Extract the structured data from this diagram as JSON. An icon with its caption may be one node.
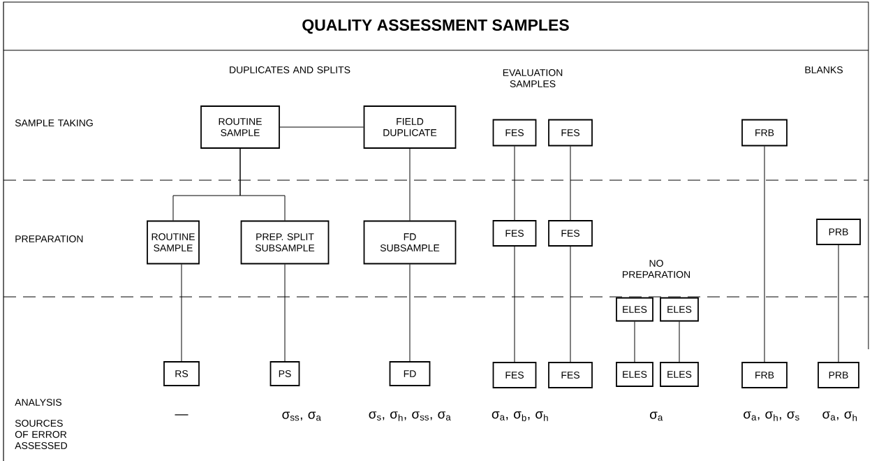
{
  "diagram": {
    "title": "QUALITY ASSESSMENT SAMPLES",
    "nodes": [
      {
        "text": [
          "ROUTINE SAMPLE"
        ]
      },
      {
        "text": [
          "FIELD DUPLICATE"
        ]
      },
      {
        "text": [
          "FES"
        ]
      },
      {
        "text": [
          "FES"
        ]
      },
      {
        "text": [
          "FRB"
        ]
      },
      {
        "text": [
          "ROUTINE SAMPLE"
        ]
      },
      {
        "text": [
          "PREP. SPLIT SUBSAMPLE"
        ]
      },
      {
        "text": [
          "FD SUBSAMPLE"
        ]
      },
      {
        "text": [
          "FES"
        ]
      },
      {
        "text": [
          "FES"
        ]
      },
      {
        "text": [
          "PRB"
        ]
      },
      {
        "text": [
          "ELES"
        ]
      },
      {
        "text": [
          "ELES"
        ]
      },
      {
        "text": [
          "RS"
        ]
      },
      {
        "text": [
          "PS"
        ]
      },
      {
        "text": [
          "FD"
        ]
      },
      {
        "text": [
          "FES"
        ]
      },
      {
        "text": [
          "FES"
        ]
      },
      {
        "text": [
          "ELES"
        ]
      },
      {
        "text": [
          "ELES"
        ]
      },
      {
        "text": [
          "FRB"
        ]
      },
      {
        "text": [
          "PRB"
        ]
      }
    ],
    "edges": [
      {
        "from": 0,
        "to": 1,
        "arrow": "none"
      },
      {
        "from": 0,
        "to": 5,
        "arrow": "none"
      },
      {
        "from": 0,
        "to": 6,
        "arrow": "none"
      },
      {
        "from": 1,
        "to": 7,
        "arrow": "none"
      },
      {
        "from": 2,
        "to": 8,
        "arrow": "none"
      },
      {
        "from": 3,
        "to": 9,
        "arrow": "none"
      },
      {
        "from": 4,
        "to": 20,
        "arrow": "none"
      },
      {
        "from": 5,
        "to": 13,
        "arrow": "none"
      },
      {
        "from": 6,
        "to": 14,
        "arrow": "none"
      },
      {
        "from": 7,
        "to": 15,
        "arrow": "none"
      },
      {
        "from": 8,
        "to": 16,
        "arrow": "none"
      },
      {
        "from": 9,
        "to": 17,
        "arrow": "none"
      },
      {
        "from": 10,
        "to": 21,
        "arrow": "none"
      },
      {
        "from": 11,
        "to": 18,
        "arrow": "none"
      },
      {
        "from": 12,
        "to": 19,
        "arrow": "none"
      }
    ],
    "labels": [
      "DUPLICATES AND SPLITS",
      "EVALUATION SAMPLES",
      "BLANKS",
      "SAMPLE TAKING",
      "PREPARATION",
      "NO PREPARATION",
      "ANALYSIS",
      "SOURCES OF ERROR ASSESSED",
      "—",
      "σ$_{ss}$, σ$_{a}$",
      "σ$_{s}$, σ$_{h}$, σ$_{ss}$, σ$_{a}$",
      "σ$_{a}$, σ$_{b}$, σ$_{h}$",
      "σ$_{a}$",
      "σ$_{a}$, σ$_{h}$, σ$_{s}$",
      "σ$_{a}$, σ$_{h}$"
    ]
  }
}
